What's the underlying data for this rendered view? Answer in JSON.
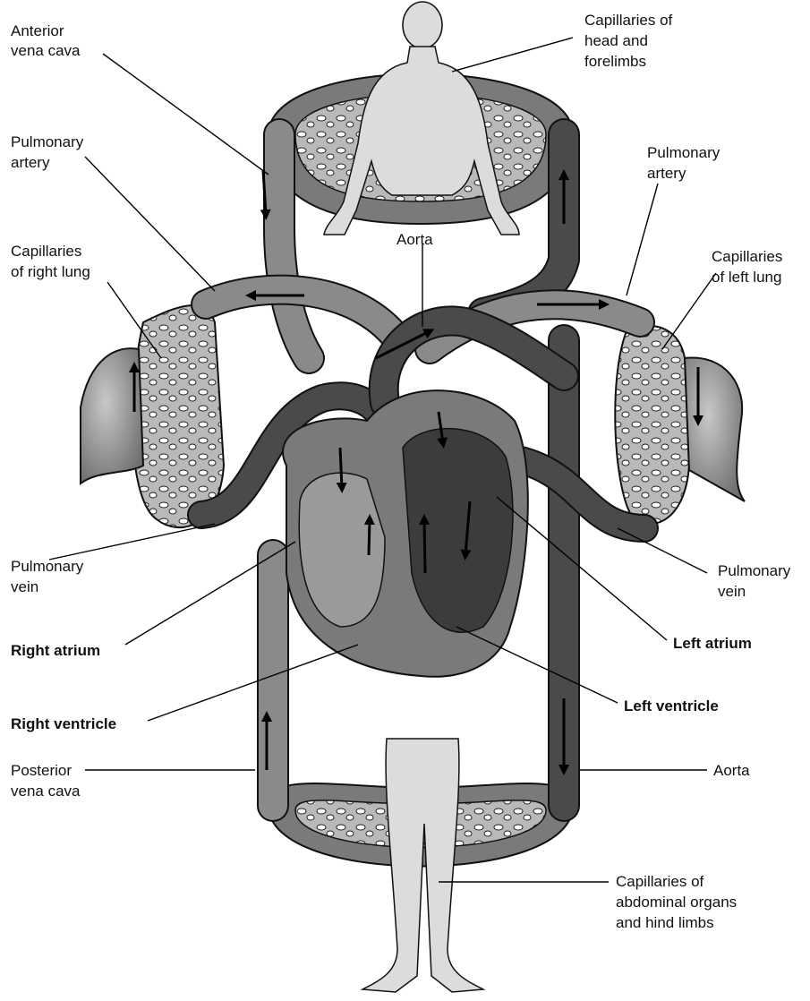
{
  "labels": {
    "anterior_vena_cava": [
      "Anterior",
      "vena cava"
    ],
    "capillaries_head": [
      "Capillaries of",
      "head and",
      "forelimbs"
    ],
    "pulmonary_artery_left": [
      "Pulmonary",
      "artery"
    ],
    "pulmonary_artery_right": [
      "Pulmonary",
      "artery"
    ],
    "capillaries_right_lung": [
      "Capillaries",
      "of right lung"
    ],
    "aorta_top": "Aorta",
    "capillaries_left_lung": [
      "Capillaries",
      "of left lung"
    ],
    "pulmonary_vein_left": [
      "Pulmonary",
      "vein"
    ],
    "pulmonary_vein_right": [
      "Pulmonary",
      "vein"
    ],
    "right_atrium": "Right atrium",
    "left_atrium": "Left atrium",
    "right_ventricle": "Right ventricle",
    "left_ventricle": "Left ventricle",
    "posterior_vena_cava": [
      "Posterior",
      "vena cava"
    ],
    "aorta_bottom": "Aorta",
    "capillaries_abdominal": [
      "Capillaries of",
      "abdominal organs",
      "and hind limbs"
    ]
  },
  "colors": {
    "deoxygenated": "#8a8a8a",
    "oxygenated": "#4a4a4a",
    "capillary_bed": "#bdbdbd",
    "body_silhouette": "#dcdcdc",
    "lung": "#9a9a9a"
  }
}
